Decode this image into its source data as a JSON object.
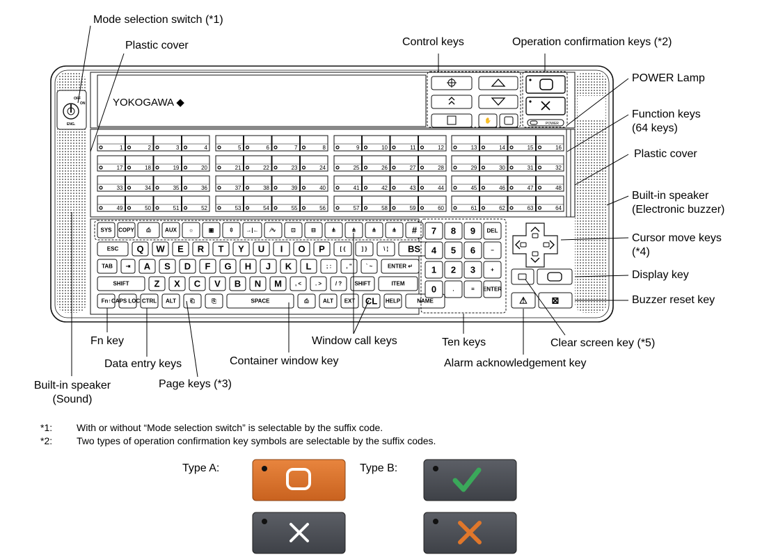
{
  "labels": {
    "mode_switch": "Mode selection switch (*1)",
    "plastic_cover_top": "Plastic cover",
    "control_keys": "Control keys",
    "op_confirm_keys": "Operation confirmation keys (*2)",
    "power_lamp": "POWER Lamp",
    "function_keys_1": "Function keys",
    "function_keys_2": "(64 keys)",
    "plastic_cover_right": "Plastic cover",
    "speaker_buzzer_1": "Built-in speaker",
    "speaker_buzzer_2": "(Electronic buzzer)",
    "cursor_keys_1": "Cursor move keys",
    "cursor_keys_2": "(*4)",
    "display_key": "Display key",
    "buzzer_reset_key": "Buzzer reset key",
    "fn_key": "Fn key",
    "window_call_keys": "Window call keys",
    "ten_keys": "Ten keys",
    "clear_screen_key": "Clear screen key (*5)",
    "data_entry_keys": "Data entry keys",
    "container_window_key": "Container window key",
    "alarm_ack_key": "Alarm acknowledgement key",
    "speaker_sound_1": "Built-in speaker",
    "speaker_sound_2": "(Sound)",
    "page_keys": "Page keys (*3)"
  },
  "brand": "YOKOGAWA ◆",
  "switch_text": {
    "top": "OFF",
    "on": "ON",
    "bottom": "ENG."
  },
  "power_text": "POWER",
  "function_key_numbers": [
    "1",
    "2",
    "3",
    "4",
    "5",
    "6",
    "7",
    "8",
    "9",
    "10",
    "11",
    "12",
    "13",
    "14",
    "15",
    "16",
    "17",
    "18",
    "19",
    "20",
    "21",
    "22",
    "23",
    "24",
    "25",
    "26",
    "27",
    "28",
    "29",
    "30",
    "31",
    "32",
    "33",
    "34",
    "35",
    "36",
    "37",
    "38",
    "39",
    "40",
    "41",
    "42",
    "43",
    "44",
    "45",
    "46",
    "47",
    "48",
    "49",
    "50",
    "51",
    "52",
    "53",
    "54",
    "55",
    "56",
    "57",
    "58",
    "59",
    "60",
    "61",
    "62",
    "63",
    "64"
  ],
  "keyboard": {
    "row1": [
      "SYS",
      "COPY",
      "⎙",
      "AUX",
      "☼",
      "▣",
      "⇳",
      "→|←",
      "⁄∿",
      "⊡",
      "⊟",
      "⋔",
      "⋔",
      "⋔",
      "⋔",
      "#"
    ],
    "row2": [
      "ESC",
      "Q",
      "W",
      "E",
      "R",
      "T",
      "Y",
      "U",
      "I",
      "O",
      "P",
      "[ {",
      "] }",
      "\\ ¦",
      "BS"
    ],
    "row3": [
      "TAB",
      "⇥",
      "A",
      "S",
      "D",
      "F",
      "G",
      "H",
      "J",
      "K",
      "L",
      "; :",
      ", \"",
      "` ~",
      "ENTER ↵"
    ],
    "row4": [
      "SHIFT",
      "Z",
      "X",
      "C",
      "V",
      "B",
      "N",
      "M",
      ", <",
      ". >",
      "/ ?",
      "SHIFT",
      "ITEM"
    ],
    "row5": [
      "Fn↑",
      "CAPS LOCK",
      "CTRL",
      "ALT",
      "⎗",
      "⎘",
      "SPACE",
      "⎙",
      "ALT",
      "EXT",
      "CL",
      "HELP",
      "NAME"
    ]
  },
  "tenkeys": {
    "row1": [
      "7",
      "8",
      "9",
      "DEL"
    ],
    "row2": [
      "4",
      "5",
      "6",
      "−"
    ],
    "row3": [
      "1",
      "2",
      "3",
      "+"
    ],
    "row4": [
      "0",
      ".",
      "=",
      "ENTER"
    ]
  },
  "footnotes": [
    {
      "mark": "*1:",
      "text": "With or without “Mode selection switch” is selectable by the suffix code."
    },
    {
      "mark": "*2:",
      "text": "Two types of operation confirmation key symbols are selectable by the suffix codes."
    }
  ],
  "type_a_label": "Type A:",
  "type_b_label": "Type B:",
  "colors": {
    "type_a_key": "#d9702a",
    "type_b_key": "#4b4e55",
    "check": "#3aa85a",
    "cross_b": "#e0772b",
    "cross_a": "#ffffff"
  }
}
